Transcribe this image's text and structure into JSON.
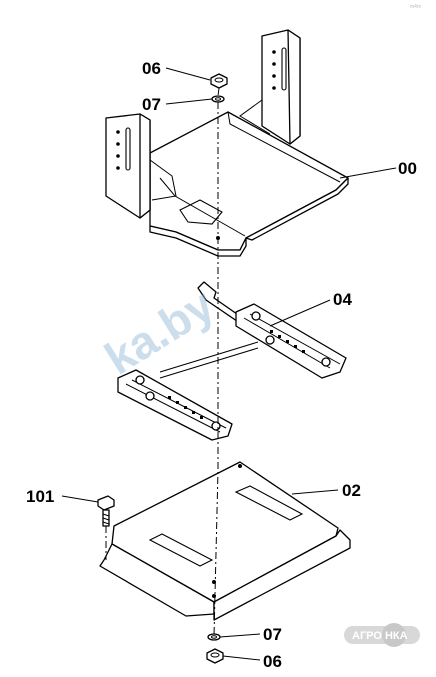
{
  "callouts": {
    "nut_top": "06",
    "washer_top": "07",
    "seat_base": "00",
    "slide_rails": "04",
    "bolt": "101",
    "mount_plate": "02",
    "washer_bottom": "07",
    "nut_bottom": "06"
  },
  "watermark": {
    "text": "ka.by",
    "logo": "АГРО НКА",
    "color": "#8fb4d4"
  },
  "corner_note": "m4m"
}
